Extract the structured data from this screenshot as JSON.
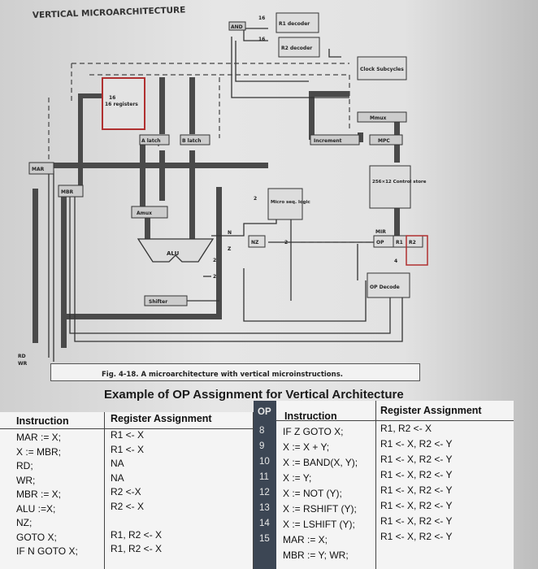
{
  "diagram": {
    "title": "VERTICAL MICROARCHITECTURE",
    "labels": {
      "and": "AND",
      "r1_decoder": "R1 decoder",
      "r2_decoder": "R2 decoder",
      "clock": "Clock Subcycles",
      "registers": "16 registers",
      "mmux": "Mmux",
      "a_latch": "A latch",
      "b_latch": "B latch",
      "increment": "Increment",
      "mpc": "MPC",
      "mar": "MAR",
      "mbr": "MBR",
      "control_store": "256×12 Control store",
      "amux": "Amux",
      "micro_seq": "Micro seq. logic",
      "nz": "NZ",
      "n_flag": "N",
      "z_flag": "Z",
      "mir": "MIR",
      "op": "OP",
      "r1": "R1",
      "r2": "R2",
      "alu": "ALU",
      "op_decode": "OP Decode",
      "shifter": "Shifter",
      "rd": "RD",
      "wr": "WR",
      "n16a": "16",
      "n16b": "16",
      "n16c": "16",
      "n2a": "2",
      "n2b": "2",
      "n2c": "2",
      "n2d": "2",
      "n4": "4"
    }
  },
  "caption": "Fig. 4-18. A microarchitecture with vertical microinstructions.",
  "table_title": "Example of OP Assignment for Vertical Architecture",
  "left_table": {
    "headers": {
      "instruction": "Instruction",
      "register": "Register Assignment"
    },
    "rows": [
      {
        "instruction": "MAR := X;",
        "register": "R1 <- X"
      },
      {
        "instruction": "X := MBR;",
        "register": "R1 <- X"
      },
      {
        "instruction": "RD;",
        "register": "NA"
      },
      {
        "instruction": "WR;",
        "register": "NA"
      },
      {
        "instruction": "MBR := X;",
        "register": "R2 <-X"
      },
      {
        "instruction": "ALU :=X;",
        "register": "R2 <- X"
      },
      {
        "instruction": "NZ;",
        "register": ""
      },
      {
        "instruction": "GOTO X;",
        "register": "R1, R2 <- X"
      },
      {
        "instruction": "IF N GOTO X;",
        "register": "R1, R2 <- X"
      }
    ]
  },
  "right_table": {
    "headers": {
      "op": "OP",
      "instruction": "Instruction",
      "register": "Register Assignment"
    },
    "rows": [
      {
        "op": "8",
        "instruction": "IF Z GOTO X;",
        "register": "R1, R2 <- X"
      },
      {
        "op": "9",
        "instruction": "X := X + Y;",
        "register": "R1 <- X, R2 <- Y"
      },
      {
        "op": "10",
        "instruction": "X := BAND(X, Y);",
        "register": "R1 <- X, R2 <- Y"
      },
      {
        "op": "11",
        "instruction": "X := Y;",
        "register": "R1 <- X, R2 <- Y"
      },
      {
        "op": "12",
        "instruction": "X := NOT (Y);",
        "register": "R1 <- X, R2 <- Y"
      },
      {
        "op": "13",
        "instruction": "X := RSHIFT (Y);",
        "register": "R1 <- X, R2 <- Y"
      },
      {
        "op": "14",
        "instruction": "X := LSHIFT (Y);",
        "register": "R1 <- X, R2 <- Y"
      },
      {
        "op": "15",
        "instruction": "MAR := X;",
        "register": "R1 <- X, R2 <- Y"
      },
      {
        "op": "",
        "instruction": "MBR := Y; WR;",
        "register": ""
      }
    ]
  }
}
